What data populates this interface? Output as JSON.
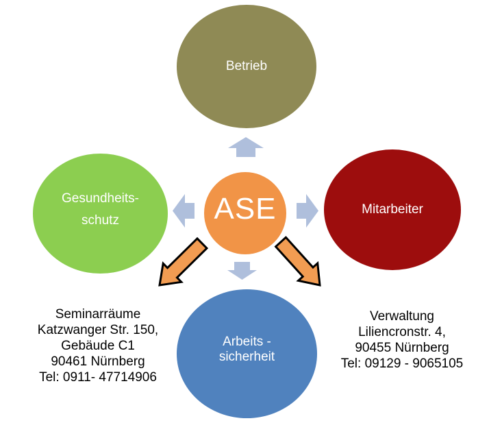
{
  "center": {
    "label": "ASE"
  },
  "nodes": {
    "top": {
      "label": "Betrieb"
    },
    "left": {
      "line1": "Gesundheits-",
      "line2": "schutz"
    },
    "right": {
      "label": "Mitarbeiter"
    },
    "bottom": {
      "line1": "Arbeits -",
      "line2": "sicherheit"
    }
  },
  "colors": {
    "center": "#F19447",
    "top": "#8F8A55",
    "left": "#8CCE50",
    "right": "#9D0D0D",
    "bottom": "#5082BE",
    "plain_arrow": "#AFBFDC",
    "highlight_arrow_fill": "#F29C52",
    "highlight_arrow_outline": "#000000"
  },
  "locations": {
    "left": {
      "lines": [
        "Seminarräume",
        "Katzwanger Str. 150,",
        "Gebäude C1",
        "90461 Nürnberg",
        "Tel: 0911- 47714906"
      ]
    },
    "right": {
      "lines": [
        "Verwaltung",
        "Liliencronstr. 4,",
        "90455 Nürnberg",
        "Tel: 09129 - 9065105"
      ]
    }
  }
}
